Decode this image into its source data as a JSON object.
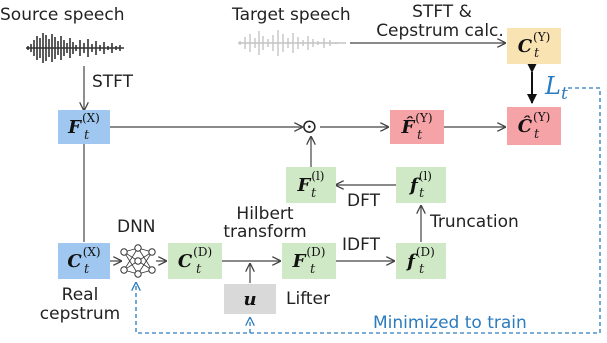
{
  "labels": {
    "source_speech": "Source speech",
    "target_speech": "Target speech",
    "stft": "STFT",
    "stft_cepstrum_line1": "STFT &",
    "stft_cepstrum_line2": "Cepstrum calc.",
    "dnn": "DNN",
    "hilbert_line1": "Hilbert",
    "hilbert_line2": "transform",
    "idft": "IDFT",
    "dft": "DFT",
    "truncation": "Truncation",
    "lifter": "Lifter",
    "real_line1": "Real",
    "real_line2": "cepstrum",
    "minimized": "Minimized to train",
    "loss": "L",
    "loss_sub": "t",
    "hadamard": "⊙"
  },
  "nodes": {
    "fx": {
      "var": "F",
      "sub": "t",
      "sup": "(X)"
    },
    "cx": {
      "var": "C",
      "sub": "t",
      "sup": "(X)"
    },
    "cd": {
      "var": "C",
      "sub": "t",
      "sup": "(D)"
    },
    "fd": {
      "var": "F",
      "sub": "t",
      "sup": "(D)"
    },
    "fl": {
      "var": "F",
      "sub": "t",
      "sup": "(l)"
    },
    "fl_small": {
      "var": "f",
      "sub": "t",
      "sup": "(l)"
    },
    "fd_small": {
      "var": "f",
      "sub": "t",
      "sup": "(D)"
    },
    "fy_hat": {
      "var": "F̂",
      "sub": "t",
      "sup": "(Y)"
    },
    "cy_hat": {
      "var": "Ĉ",
      "sub": "t",
      "sup": "(Y)"
    },
    "cy": {
      "var": "C",
      "sub": "t",
      "sup": "(Y)"
    },
    "u": {
      "var": "u"
    }
  },
  "colors": {
    "source": "#9fc7ef",
    "dnn_path": "#cfe9c6",
    "estimated": "#f6a3a8",
    "target": "#fae3b3",
    "lifter": "#d9d9d9",
    "training": "#2a7bbf"
  }
}
